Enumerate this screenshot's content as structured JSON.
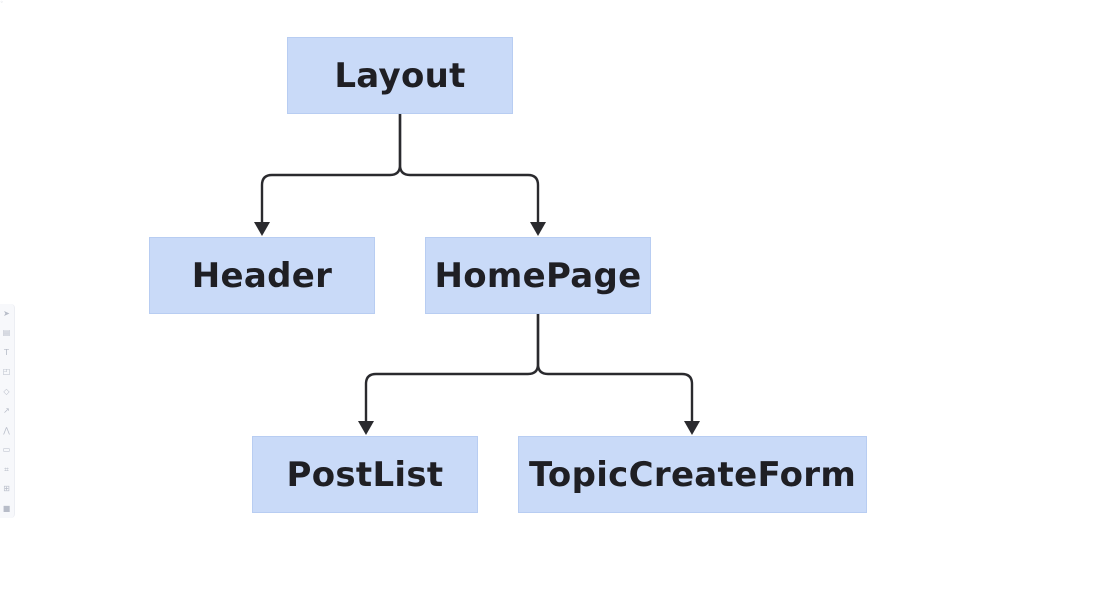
{
  "diagram": {
    "type": "tree",
    "nodes": {
      "layout": "Layout",
      "header": "Header",
      "homepage": "HomePage",
      "postlist": "PostList",
      "topiccreateform": "TopicCreateForm"
    },
    "edges": [
      {
        "from": "Layout",
        "to": "Header"
      },
      {
        "from": "Layout",
        "to": "HomePage"
      },
      {
        "from": "HomePage",
        "to": "PostList"
      },
      {
        "from": "HomePage",
        "to": "TopicCreateForm"
      }
    ],
    "colors": {
      "node_fill": "#c9daf8",
      "node_text": "#1f1f24",
      "connector": "#2a2a2e"
    }
  },
  "toolbar": {
    "icons": [
      "pointer-icon",
      "template-icon",
      "text-icon",
      "sticky-note-icon",
      "shapes-icon",
      "connector-line-icon",
      "pen-icon",
      "comment-icon",
      "frame-icon",
      "upload-icon",
      "more-apps-icon"
    ]
  }
}
